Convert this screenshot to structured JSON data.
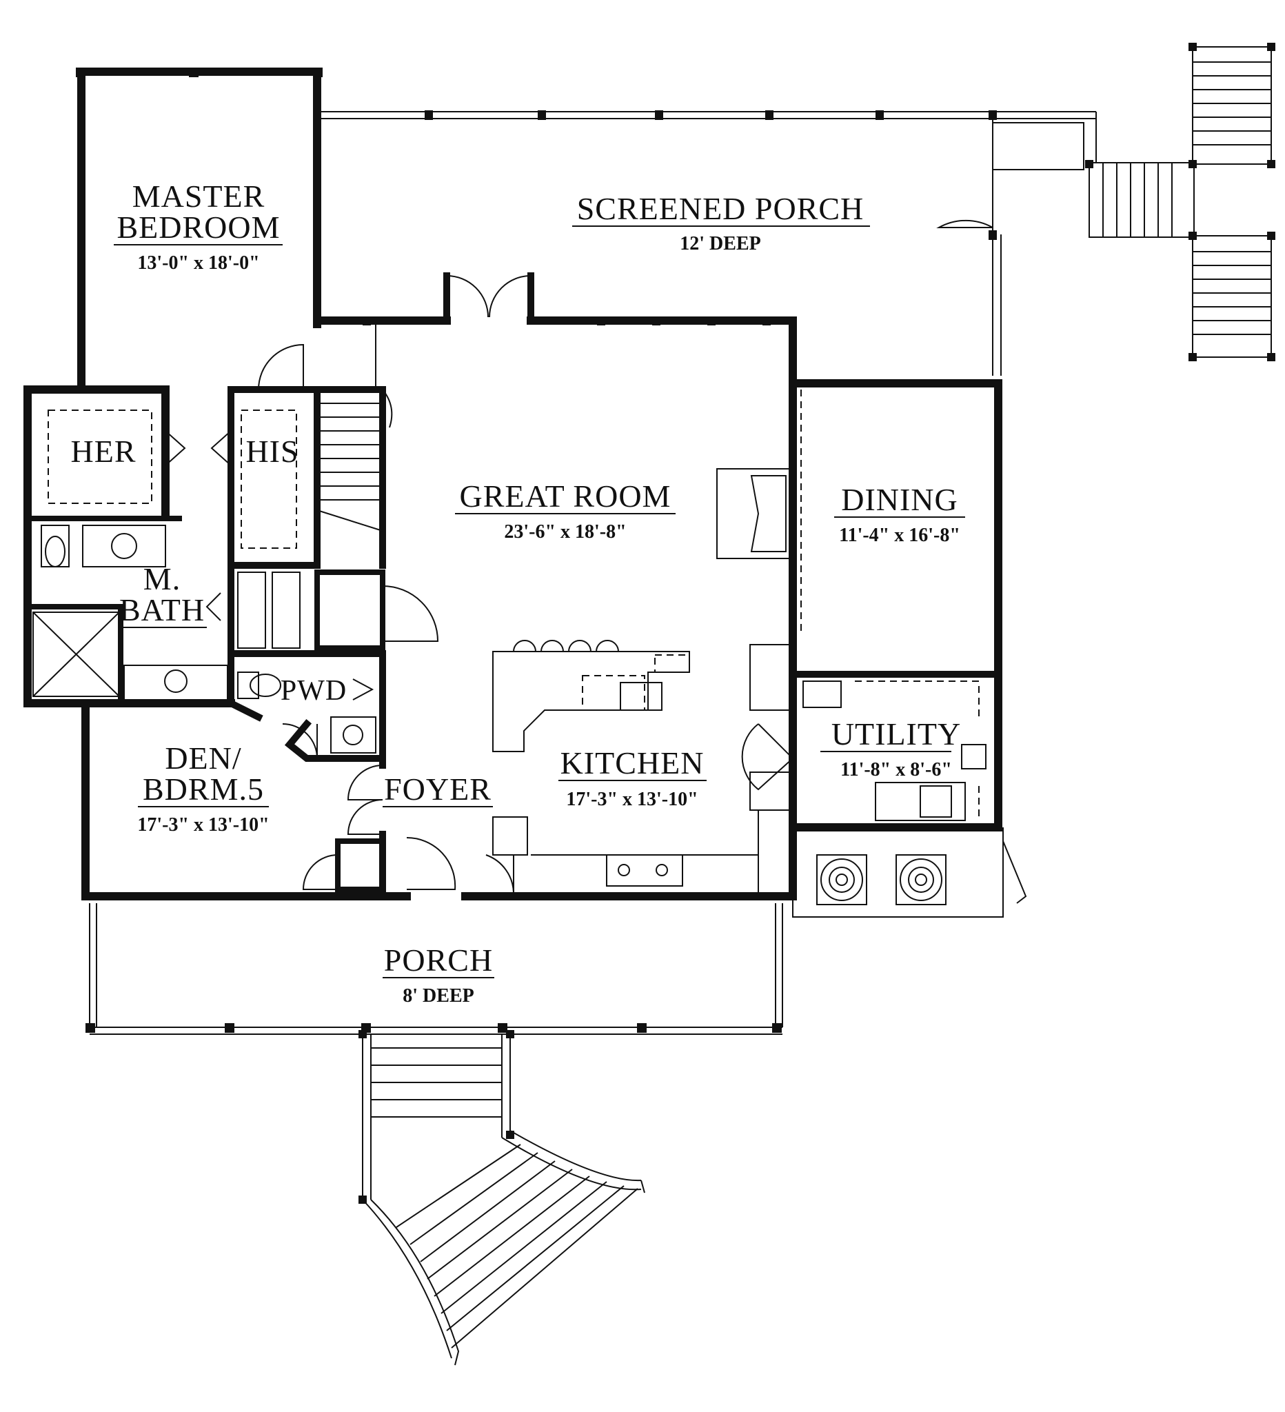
{
  "rooms": {
    "master_bedroom": {
      "name_line1": "MASTER",
      "name_line2": "BEDROOM",
      "dims": "13'-0\" x 18'-0\""
    },
    "screened_porch": {
      "name": "SCREENED PORCH",
      "dims": "12' DEEP"
    },
    "her_closet": {
      "name": "HER"
    },
    "his_closet": {
      "name": "HIS"
    },
    "great_room": {
      "name": "GREAT ROOM",
      "dims": "23'-6\" x 18'-8\""
    },
    "dining": {
      "name": "DINING",
      "dims": "11'-4\" x 16'-8\""
    },
    "master_bath": {
      "name_line1": "M.",
      "name_line2": "BATH"
    },
    "powder": {
      "name": "PWD"
    },
    "utility": {
      "name": "UTILITY",
      "dims": "11'-8\" x 8'-6\""
    },
    "den": {
      "name_line1": "DEN/",
      "name_line2": "BDRM.5",
      "dims": "17'-3\" x 13'-10\""
    },
    "foyer": {
      "name": "FOYER"
    },
    "kitchen": {
      "name": "KITCHEN",
      "dims": "17'-3\" x 13'-10\""
    },
    "porch": {
      "name": "PORCH",
      "dims": "8' DEEP"
    }
  },
  "style": {
    "line_color": "#111111",
    "background": "#ffffff"
  }
}
